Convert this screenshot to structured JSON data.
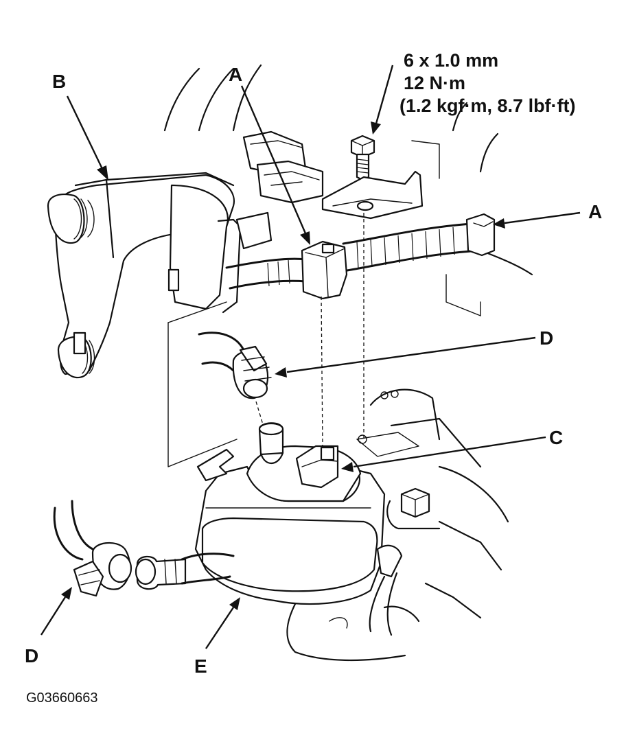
{
  "labels": {
    "a_top": "A",
    "a_right": "A",
    "b": "B",
    "c": "C",
    "d_right": "D",
    "d_left": "D",
    "e": "E"
  },
  "bolt_spec": {
    "size": "6 x 1.0 mm",
    "torque_nm": "12 N·m",
    "torque_alt": "(1.2 kgf·m, 8.7 lbf·ft)"
  },
  "figure_id": "G03660663"
}
